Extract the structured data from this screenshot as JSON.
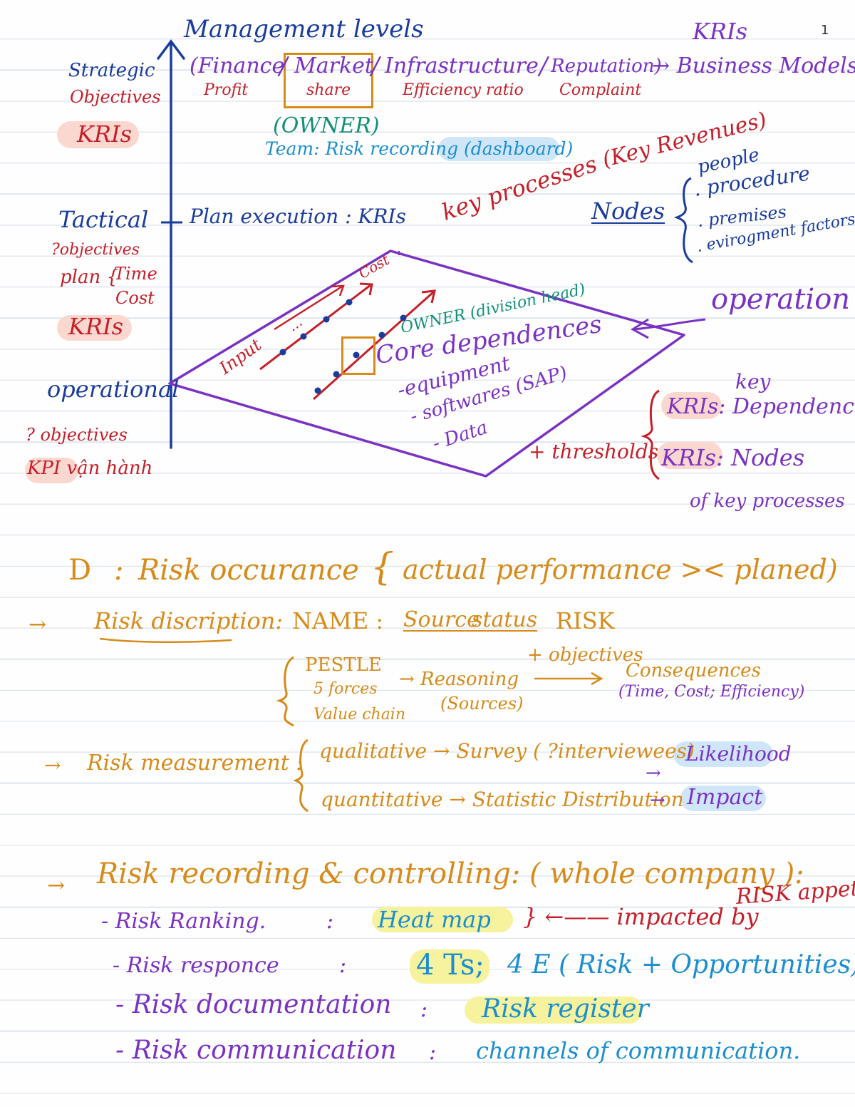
{
  "page_number": "1",
  "management": {
    "title": "Management levels",
    "chain": {
      "finance": "(Finance",
      "market": "Market",
      "infrastructure": "Infrastructure",
      "reputation": "Reputation)",
      "arrow_business_models": "→ Business Models."
    },
    "subs": {
      "profit": "Profit",
      "share": "share",
      "efficiency_ratio": "Efficiency ratio",
      "complaint": "Complaint"
    },
    "kris_top": "KRIs",
    "owner": "(OWNER)",
    "team": "Team: Risk recording (dashboard)"
  },
  "levels": {
    "strategic": {
      "label": "Strategic",
      "objectives": "Objectives",
      "kri": "KRIs"
    },
    "tactical": {
      "label": "Tactical",
      "objectives": "?objectives",
      "plan": "plan {",
      "time": "Time",
      "cost": "Cost",
      "kri": "KRIs"
    },
    "operational": {
      "label": "operational",
      "objectives": "? objectives",
      "kpi": "KPI vận hành"
    }
  },
  "plan_execution": "Plan execution : KRIs",
  "key_processes": "key processes",
  "key_revenues": "(Key Revenues)",
  "nodes": {
    "label": "Nodes",
    "items": [
      "people",
      ". procedure",
      ". premises",
      ". evirogment factors"
    ]
  },
  "diagram": {
    "input": "Input",
    "cost": "Cost",
    "dots": "...",
    "owner": "OWNER (division head)",
    "core": "Core dependences",
    "items": [
      "-equipment",
      "- softwares (SAP)",
      "- Data"
    ],
    "operation": "operation",
    "thresholds": "+ thresholds"
  },
  "kri_right": {
    "key": "key",
    "dependence": "KRIs: Dependence",
    "nodes": "KRIs: Nodes",
    "of_key_processes": "of key processes"
  },
  "risk_occurance": {
    "marker": "D",
    "colon": ":",
    "title": "Risk occurance",
    "brace": "{",
    "formula": "actual performance >< planed)"
  },
  "risk_description": {
    "arrow": "→",
    "label": "Risk discription:",
    "name": "NAME :",
    "source": "Source",
    "status": "status",
    "risk": "RISK",
    "sources": [
      "PESTLE",
      "5 forces",
      "Value chain"
    ],
    "arrow_reasoning": "→ Reasoning",
    "sources_paren": "(Sources)",
    "objectives": "+ objectives",
    "consequences": "Consequences",
    "consequences_detail": "(Time, Cost; Efficiency)"
  },
  "risk_measurement": {
    "arrow": "→",
    "label": "Risk measurement :",
    "qualitative": "qualitative → Survey ( ?interviewees)",
    "quantitative": "quantitative → Statistic Distribution",
    "likelihood": "Likelihood",
    "impact": "Impact",
    "arrow1": "→",
    "arrow2": "→"
  },
  "risk_recording": {
    "arrow": "→",
    "title": "Risk recording & controlling: ( whole company ):",
    "rows": [
      {
        "label": "- Risk Ranking.",
        "colon": ":",
        "value": "Heat map"
      },
      {
        "label": "- Risk responce",
        "colon": ":",
        "value": "4 Ts;",
        "extra": "4 E ( Risk + Opportunities)"
      },
      {
        "label": "- Risk documentation",
        "colon": ":",
        "value": "Risk register"
      },
      {
        "label": "- Risk communication",
        "colon": ":",
        "value": "channels of communication."
      }
    ],
    "impacted": "} ←—— impacted by",
    "risk_appetite": "RISK appetite."
  },
  "colors": {
    "blue": "#1a3c9c",
    "red": "#c4202a",
    "purple": "#7a32c2",
    "teal": "#13907a",
    "light_blue": "#1b8ed0",
    "orange": "#d68b1a",
    "highlight_pink": "#fbd8cf",
    "highlight_blue": "#cfe6f9",
    "highlight_yellow": "#f6f29d"
  }
}
